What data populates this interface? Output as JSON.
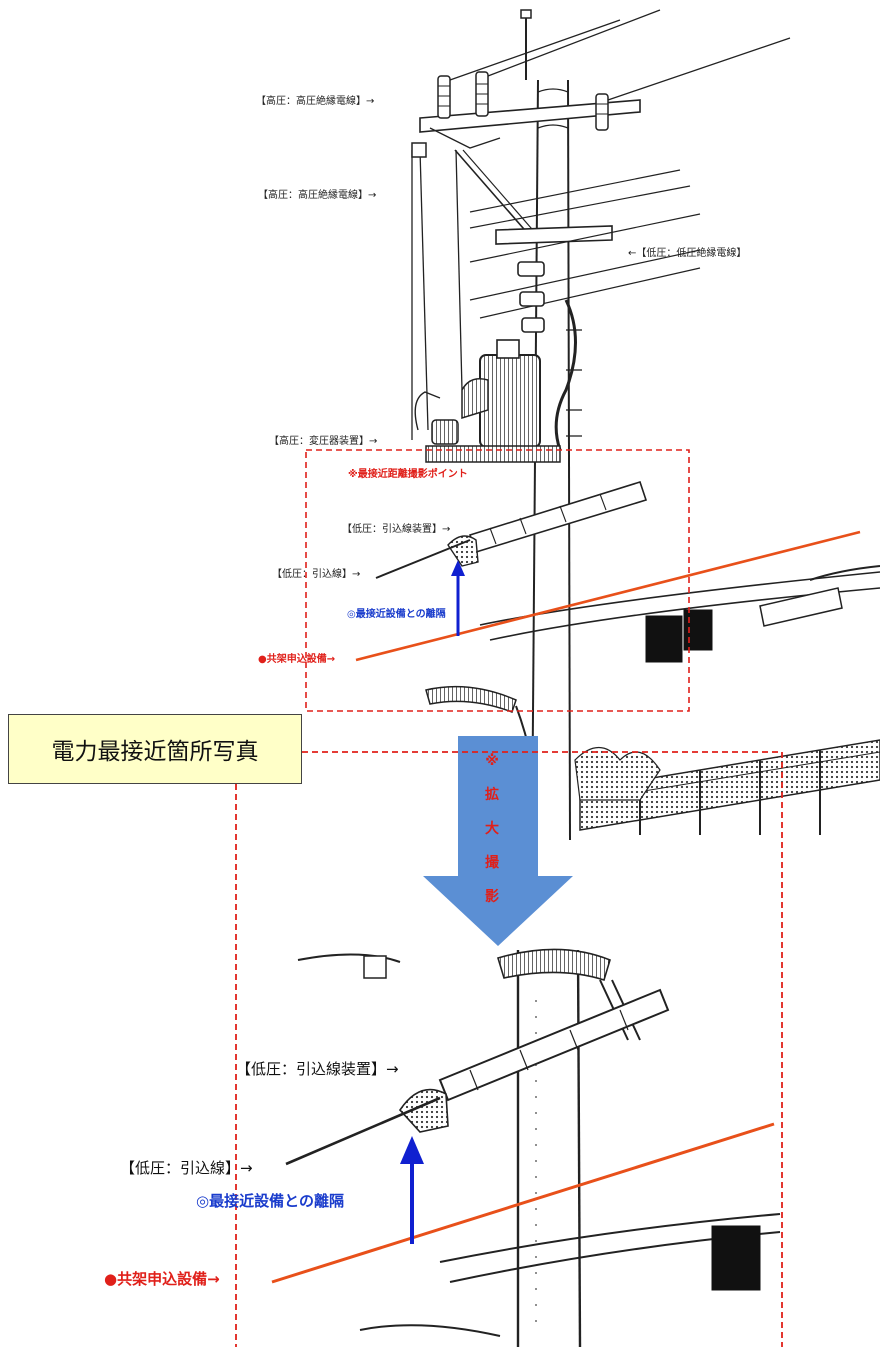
{
  "top_labels": {
    "hv_insulated_wire_1": "【高圧：高圧絶縁電線】→",
    "hv_insulated_wire_2": "【高圧：高圧絶縁電線】→",
    "lv_insulated_wire": "←【低圧：低圧絶縁電線】",
    "hv_transformer": "【高圧：変圧器装置】→",
    "closest_shooting_point": "※最接近距離撮影ポイント",
    "lv_service_device": "【低圧：引込線装置】→",
    "lv_service_wire": "【低圧：引込線】→",
    "separation": "◎最接近設備との離隔",
    "joint_facility": "●共架申込設備→"
  },
  "big_arrow": {
    "chars": [
      "※",
      "拡",
      "大",
      "撮",
      "影"
    ]
  },
  "photo_label": "電力最接近箇所写真",
  "bottom_labels": {
    "lv_service_device": "【低圧：引込線装置】→",
    "lv_service_wire": "【低圧：引込線】→",
    "separation": "◎最接近設備との離隔",
    "joint_facility": "●共架申込設備→"
  },
  "colors": {
    "dashed_box": "#e0201a",
    "facility_line": "#e8501a",
    "separation_arrow": "#1020d0",
    "big_arrow": "#5b8fd4",
    "photo_label_bg": "#ffffc8"
  }
}
